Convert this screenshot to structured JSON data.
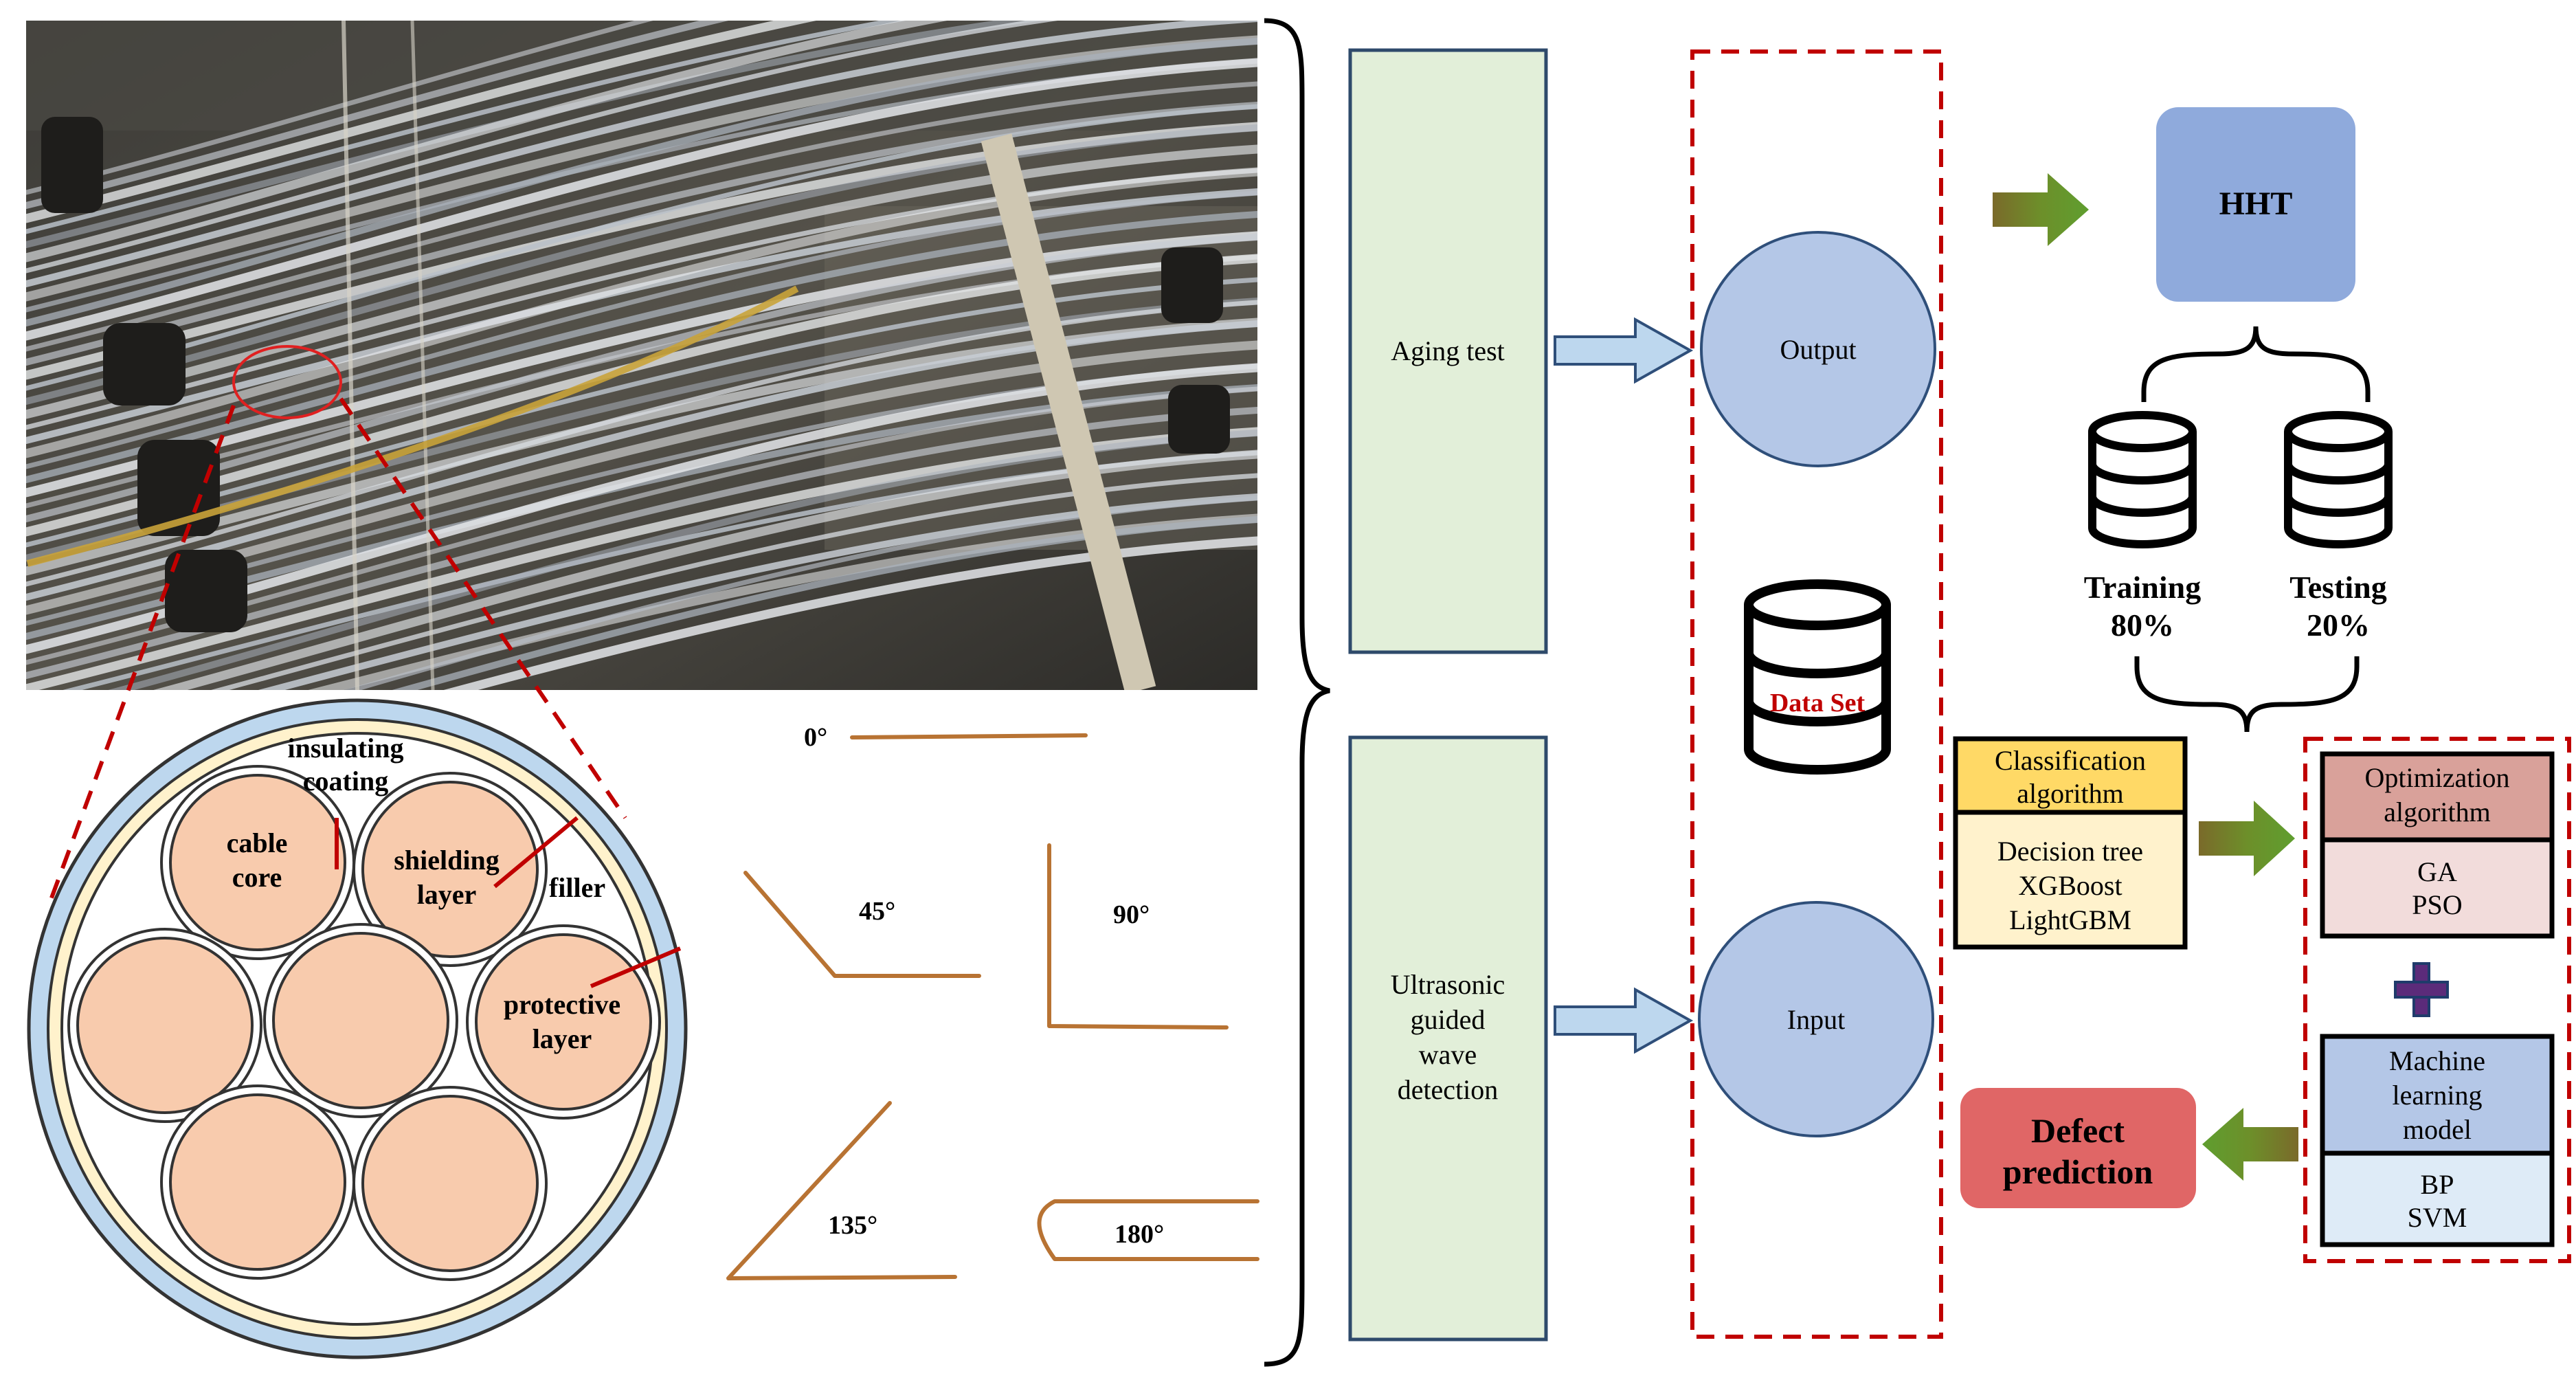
{
  "photo": {
    "description_icon": "cable-bundle-photo"
  },
  "cross_section": {
    "labels": {
      "insulating_coating_1": "insulating",
      "insulating_coating_2": "coating",
      "cable_core_1": "cable",
      "cable_core_2": "core",
      "shielding_layer_1": "shielding",
      "shielding_layer_2": "layer",
      "filler": "filler",
      "protective_layer_1": "protective",
      "protective_layer_2": "layer"
    }
  },
  "bend_angles": [
    "0°",
    "45°",
    "90°",
    "135°",
    "180°"
  ],
  "flow": {
    "aging_test": "Aging test",
    "ultrasonic_lines": [
      "Ultrasonic",
      "guided",
      "wave",
      "detection"
    ],
    "output": "Output",
    "input": "Input",
    "data_set": "Data Set",
    "hht": "HHT",
    "training": "Training",
    "training_pct": "80%",
    "testing": "Testing",
    "testing_pct": "20%",
    "classification_title": [
      "Classification",
      "algorithm"
    ],
    "classification_items": [
      "Decision tree",
      "XGBoost",
      "LightGBM"
    ],
    "optimization_title": [
      "Optimization",
      "algorithm"
    ],
    "optimization_items": [
      "GA",
      "PSO"
    ],
    "ml_title": [
      "Machine",
      "learning",
      "model"
    ],
    "ml_items": [
      "BP",
      "SVM"
    ],
    "defect_lines": [
      "Defect",
      "prediction"
    ]
  },
  "colors": {
    "green_box_fill": "#e2efd9",
    "green_box_stroke": "#2e4a6b",
    "circle_fill": "#b4c7e7",
    "circle_stroke": "#2f4f7a",
    "hht_fill": "#8faadc",
    "dashed_red": "#c00000",
    "classification_head": "#ffd966",
    "classification_body": "#fff2cc",
    "optimization_head": "#d9a19a",
    "optimization_body": "#f2dcdb",
    "ml_head": "#b4c7e7",
    "ml_body": "#deebf7",
    "defect_fill": "#e06666",
    "core_fill": "#f8cbad",
    "outer_sheath": "#bdd7ee",
    "inner_ring": "#fff2cc",
    "copper": "#b87333"
  }
}
